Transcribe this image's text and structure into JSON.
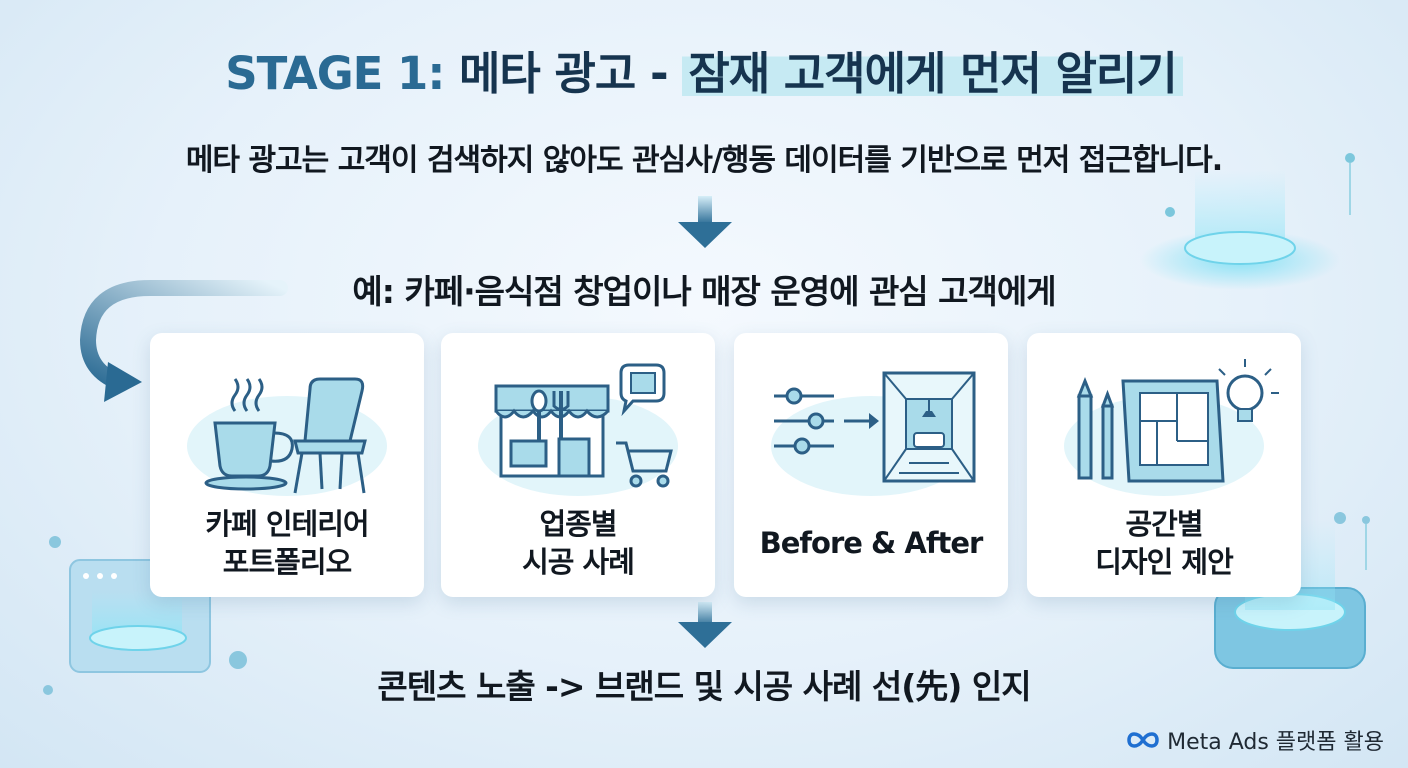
{
  "title": {
    "stage": "STAGE 1:",
    "main": "메타 광고 - ",
    "highlight": "잠재 고객에게 먼저 알리기"
  },
  "subtitle": "메타 광고는 고객이 검색하지 않아도 관심사/행동 데이터를 기반으로 먼저 접근합니다.",
  "example": "예: 카페·음식점 창업이나 매장 운영에 관심 고객에게",
  "cards": [
    {
      "label": "카페 인테리어\n포트폴리오",
      "icon": "cafe-coffee-chair-icon"
    },
    {
      "label": "업종별\n시공 사례",
      "icon": "storefront-cart-icon"
    },
    {
      "label": "Before & After",
      "icon": "sliders-room-icon"
    },
    {
      "label": "공간별\n디자인 제안",
      "icon": "blueprint-lightbulb-icon"
    }
  ],
  "conclusion": "콘텐츠 노출 -> 브랜드 및 시공 사례 선(先) 인지",
  "branding": {
    "text": "Meta Ads 플랫폼 활용",
    "icon": "meta-infinity-icon"
  },
  "colors": {
    "accent": "#2a6a93",
    "dark": "#16344f",
    "highlight": "#c6eaf3",
    "icon_stroke": "#2c5f86",
    "icon_fill": "#a9dbea"
  }
}
